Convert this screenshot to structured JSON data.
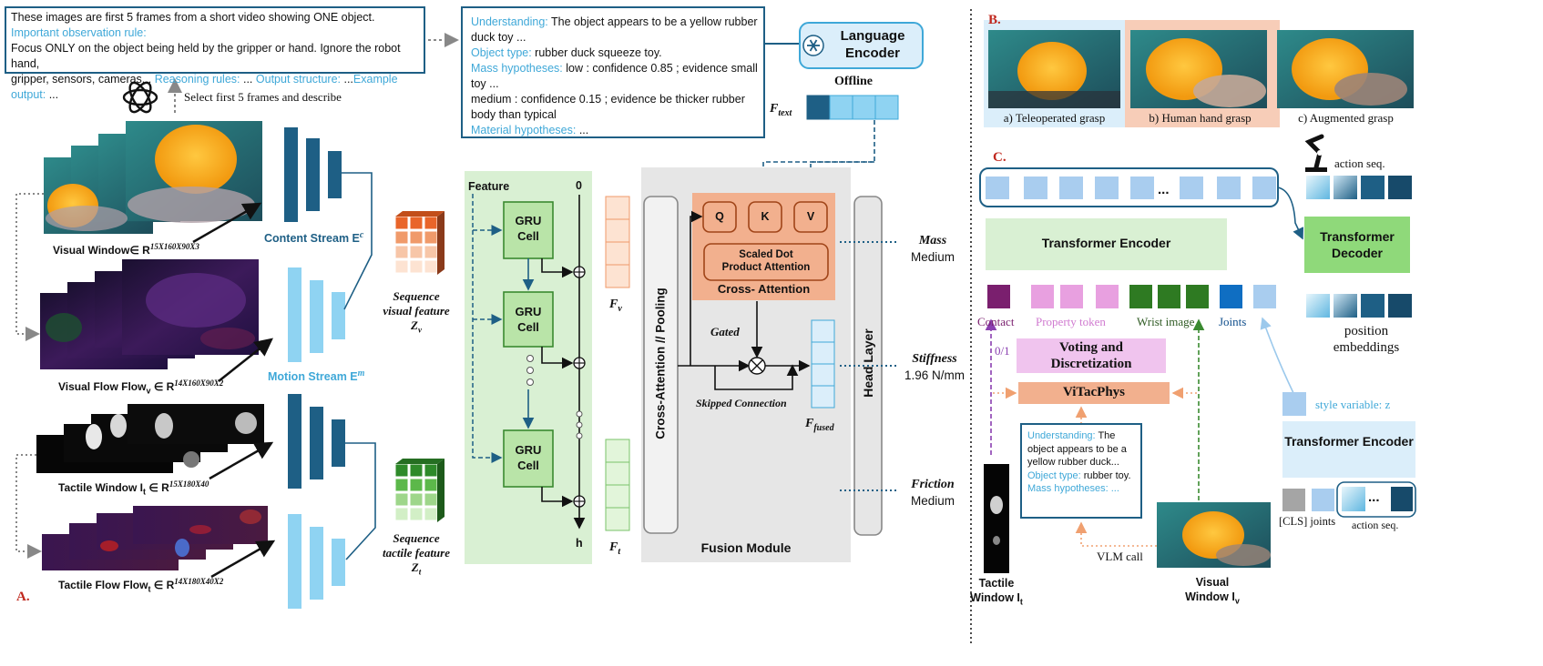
{
  "prompt_box": {
    "line1": "These images are first 5 frames from a short video showing ONE object.",
    "rule_title": "Important observation rule:",
    "line3": "Focus ONLY on the object being held by the gripper or hand. Ignore the robot hand,",
    "line4_start": "gripper, sensors, cameras...",
    "reasoning": " Reasoning rules:",
    "output_struct": " Output structure:",
    "example": "Example output:",
    "ellipsis": " ..."
  },
  "vlm_box": {
    "understanding_key": "Understanding:",
    "understanding_val": " The object appears to be a yellow rubber duck toy ...",
    "objtype_key": "Object type:",
    "objtype_val": " rubber duck squeeze toy.",
    "mass_key": "Mass hypotheses:",
    "mass_val": " low : confidence 0.85 ; evidence small toy ...",
    "medium_line": "medium : confidence 0.15 ; evidence be thicker rubber body than typical",
    "material_key": "Material hypotheses:",
    "material_val": " ..."
  },
  "language_encoder": {
    "title": "Language Encoder",
    "offline": "Offline",
    "ftext": "F",
    "ftext_sub": "text"
  },
  "select_caption": "Select first 5 frames  and describe",
  "left_labels": {
    "visual_window": "Visual Window∈  R",
    "visual_window_sup": "15X160X90X3",
    "visual_flow": "Visual Flow Flow",
    "visual_flow_sub": "v",
    "visual_flow_rest": " ∈  R",
    "visual_flow_sup": "14X160X90X2",
    "tactile_window": "Tactile Window I",
    "tactile_window_sub": "t",
    "tactile_window_rest": " ∈  R",
    "tactile_window_sup": "15X180X40",
    "tactile_flow": "Tactile Flow Flow",
    "tactile_flow_sub": "t",
    "tactile_flow_rest": " ∈  R",
    "tactile_flow_sup": "14X180X40X2",
    "content_stream": "Content Stream E",
    "content_stream_sup": "c",
    "motion_stream": "Motion Stream E",
    "motion_stream_sup": "m",
    "seq_visual_1": "Sequence",
    "seq_visual_2": "visual feature",
    "seq_visual_3": "Z",
    "seq_visual_sub": "v",
    "seq_tactile_1": "Sequence",
    "seq_tactile_2": "tactile feature",
    "seq_tactile_3": "Z",
    "seq_tactile_sub": "t",
    "panel_a": "A."
  },
  "gru": {
    "feature": "Feature",
    "cell_l1": "GRU",
    "cell_l2": "Cell",
    "zero": "0",
    "h": "h",
    "fv": "F",
    "fv_sub": "v",
    "ft": "F",
    "ft_sub": "t"
  },
  "fusion": {
    "cross_pool": "Cross-Attention // Pooling",
    "q": "Q",
    "k": "K",
    "v": "V",
    "sdpa1": "Scaled Dot",
    "sdpa2": "Product Attention",
    "cross_attention": "Cross- Attention",
    "gated": "Gated",
    "skipped": "Skipped Connection",
    "ffused": "F",
    "ffused_sub": "fused",
    "head": "Head Layer",
    "module": "Fusion Module"
  },
  "outputs": {
    "mass": "Mass",
    "mass_val": "Medium",
    "stiffness": "Stiffness",
    "stiffness_val": "1.96 N/mm",
    "friction": "Friction",
    "friction_val": "Medium"
  },
  "panel_b": {
    "tag": "B.",
    "a": "a) Teleoperated  grasp",
    "b": "b) Human  hand  grasp",
    "c": "c) Augmented   grasp"
  },
  "panel_c": {
    "tag": "C.",
    "action_seq": "action seq.",
    "transformer_encoder": "Transformer Encoder",
    "transformer_decoder": "Transformer Decoder",
    "contact": "Contact",
    "property_token": "Property  token",
    "wrist_image": "Wrist  image",
    "joints": "Joints",
    "position_emb_1": "position",
    "position_emb_2": "embeddings",
    "zero_one": "0/1",
    "voting_1": "Voting and",
    "voting_2": "Discretization",
    "vitacphys": "ViTacPhys",
    "style_var": "style variable:  z",
    "encoder2": "Transformer Encoder",
    "cls": "[CLS]  joints",
    "action_seq2": "action seq.",
    "und_key": "Understanding:",
    "und_val": " The object appears to be a yellow rubber duck...",
    "obj_key": "Object type:",
    "obj_val": " rubber toy.",
    "mass_key": "Mass hypotheses:",
    "mass_val": " ...",
    "vlm_call": "VLM call",
    "tactile_window_1": "Tactile",
    "tactile_window_2": "Window I",
    "tactile_window_sub": "t",
    "visual_window_1": "Visual",
    "visual_window_2": "Window I",
    "visual_window_sub": "v",
    "ellipsis": "..."
  },
  "colors": {
    "dark_blue": "#1e5f85",
    "light_blue": "#8fd3f2",
    "orange": "#f2b08e",
    "green_panel": "#d9f0d3",
    "gru_green": "#b9e4a8",
    "gray_panel": "#e6e6e6",
    "c_green": "#8fd97a",
    "pink": "#f0c4ee"
  },
  "icons": [
    "openai-logo-icon",
    "snowflake-icon",
    "robot-arm-icon",
    "duck-photo"
  ]
}
